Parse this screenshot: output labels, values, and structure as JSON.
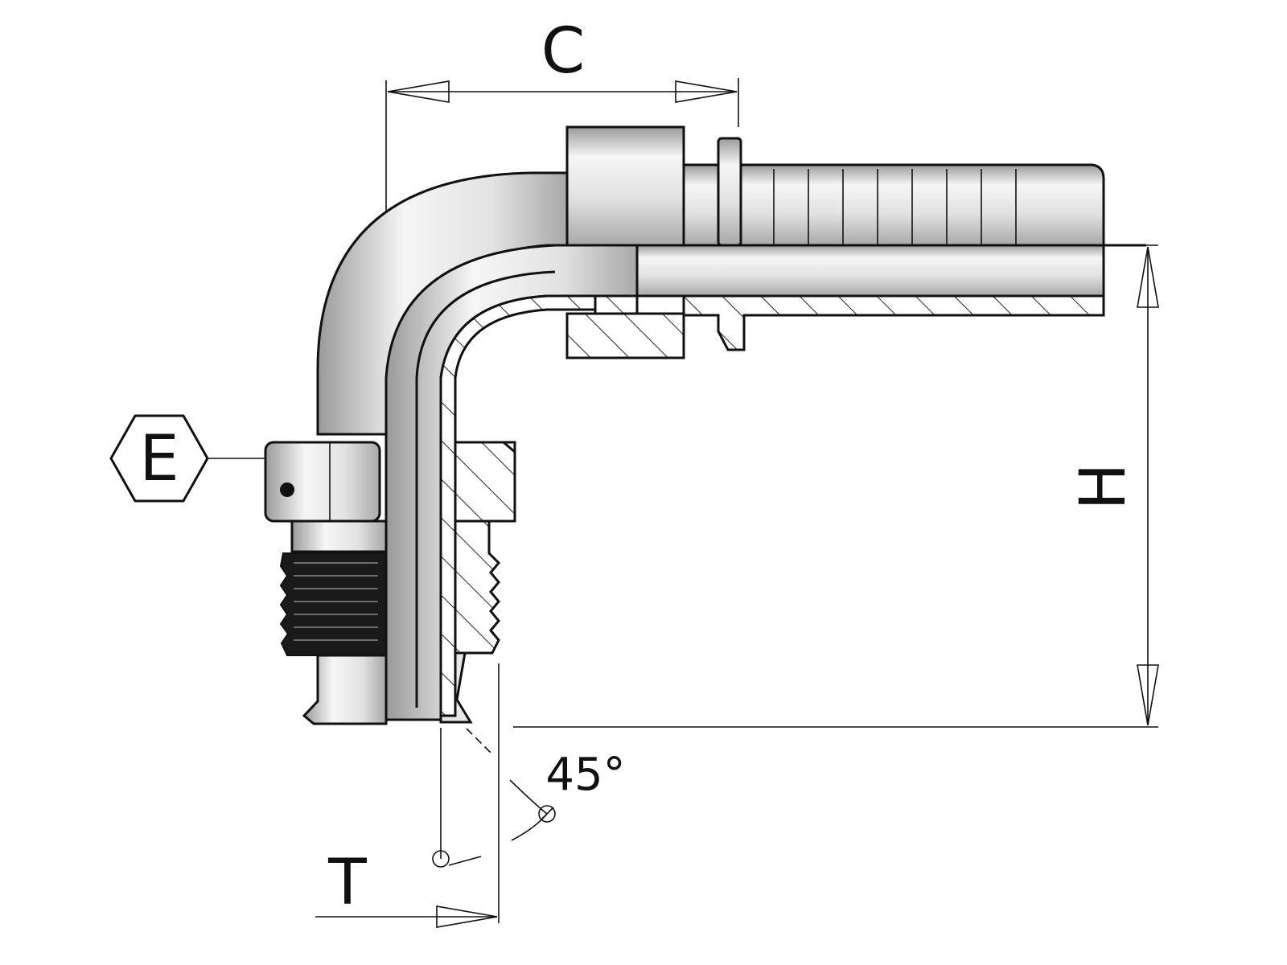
{
  "diagram": {
    "labels": {
      "c": "C",
      "e": "E",
      "h": "H",
      "t": "T",
      "angle": "45°"
    },
    "colors": {
      "line": "#111111",
      "metal_light": "#f4f4f4",
      "metal_mid": "#cfcfcf",
      "metal_dark": "#9a9a9a",
      "thread": "#1a1a1a"
    }
  }
}
